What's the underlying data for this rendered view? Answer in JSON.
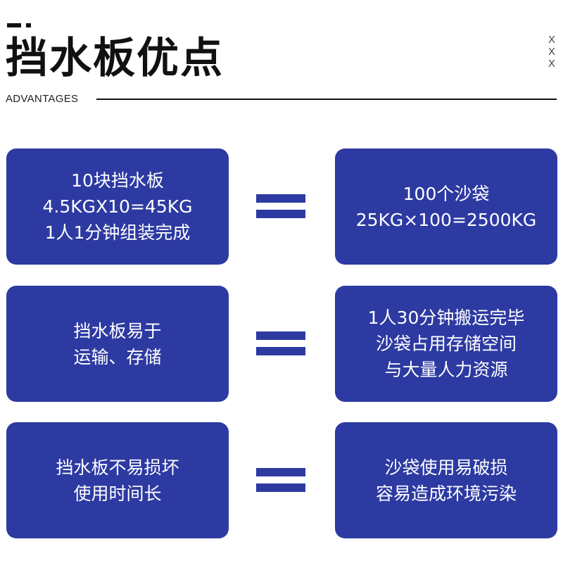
{
  "header": {
    "title": "挡水板优点",
    "subtitle": "ADVANTAGES",
    "marks": [
      "X",
      "X",
      "X"
    ]
  },
  "rows": [
    {
      "left_lines": [
        "10块挡水板",
        "4.5KGX10=45KG",
        "1人1分钟组装完成"
      ],
      "right_lines": [
        "100个沙袋",
        "25KG×100=2500KG"
      ]
    },
    {
      "left_lines": [
        "挡水板易于",
        "运输、存储"
      ],
      "right_lines": [
        "1人30分钟搬运完毕",
        "沙袋占用存储空间",
        "与大量人力资源"
      ]
    },
    {
      "left_lines": [
        "挡水板不易损坏",
        "使用时间长"
      ],
      "right_lines": [
        "沙袋使用易破损",
        "容易造成环境污染"
      ]
    }
  ],
  "colors": {
    "box": "#2d3aa2",
    "text": "#ffffff",
    "title": "#111111"
  }
}
